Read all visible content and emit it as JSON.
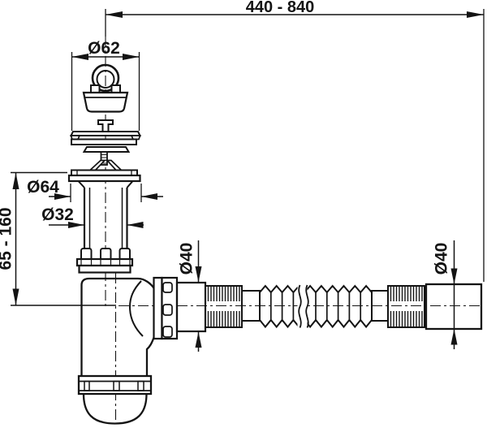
{
  "drawing": {
    "background": "#ffffff",
    "line_color": "#141414",
    "dimensions": {
      "top_span": "440 - 840",
      "plug_diameter": "Ø62",
      "flange_diameter": "Ø64",
      "inlet_pipe_diameter": "Ø32",
      "height_range": "65 - 160",
      "outlet_diameter": "Ø40",
      "wall_pipe_diameter": "Ø40"
    }
  }
}
